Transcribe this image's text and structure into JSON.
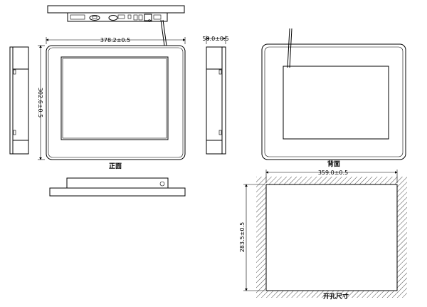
{
  "front_view": {
    "label": "正面",
    "width_dim": "378.2±0.5",
    "height_dim": "302.6±0.5"
  },
  "side_view": {
    "depth_dim": "50.0±0.5"
  },
  "back_view": {
    "label": "背面"
  },
  "cutout": {
    "label": "开孔尺寸",
    "width_dim": "359.0±0.5",
    "height_dim": "283.5±0.5"
  }
}
